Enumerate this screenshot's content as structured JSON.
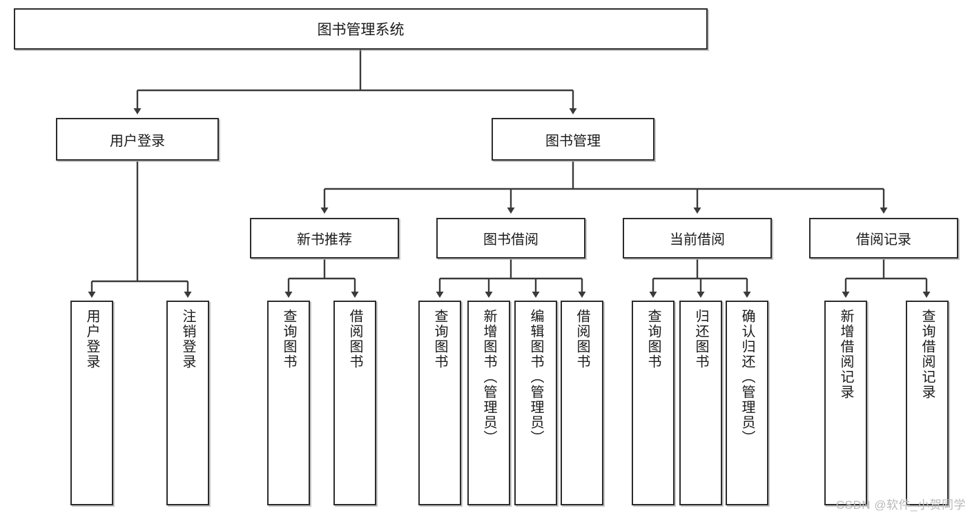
{
  "diagram": {
    "title": "图书管理系统",
    "type": "tree-hierarchy-diagram",
    "watermark": "CSDN @软件_小贺同学",
    "colors": {
      "box_border": "#2b2b2b",
      "box_fill": "#ffffff",
      "edge": "#3a3a3a",
      "watermark": "#b9b9b9",
      "background": "#ffffff"
    },
    "root": {
      "label": "图书管理系统"
    },
    "level2": [
      {
        "label": "用户登录"
      },
      {
        "label": "图书管理"
      }
    ],
    "level3": [
      {
        "label": "新书推荐"
      },
      {
        "label": "图书借阅"
      },
      {
        "label": "当前借阅"
      },
      {
        "label": "借阅记录"
      }
    ],
    "leaves": [
      {
        "label": "用户登录"
      },
      {
        "label": "注销登录"
      },
      {
        "label": "查询图书"
      },
      {
        "label": "借阅图书"
      },
      {
        "label": "查询图书"
      },
      {
        "label": "新增图书（管理员）"
      },
      {
        "label": "编辑图书（管理员）"
      },
      {
        "label": "借阅图书"
      },
      {
        "label": "查询图书"
      },
      {
        "label": "归还图书"
      },
      {
        "label": "确认归还（管理员）"
      },
      {
        "label": "新增借阅记录"
      },
      {
        "label": "查询借阅记录"
      }
    ]
  }
}
